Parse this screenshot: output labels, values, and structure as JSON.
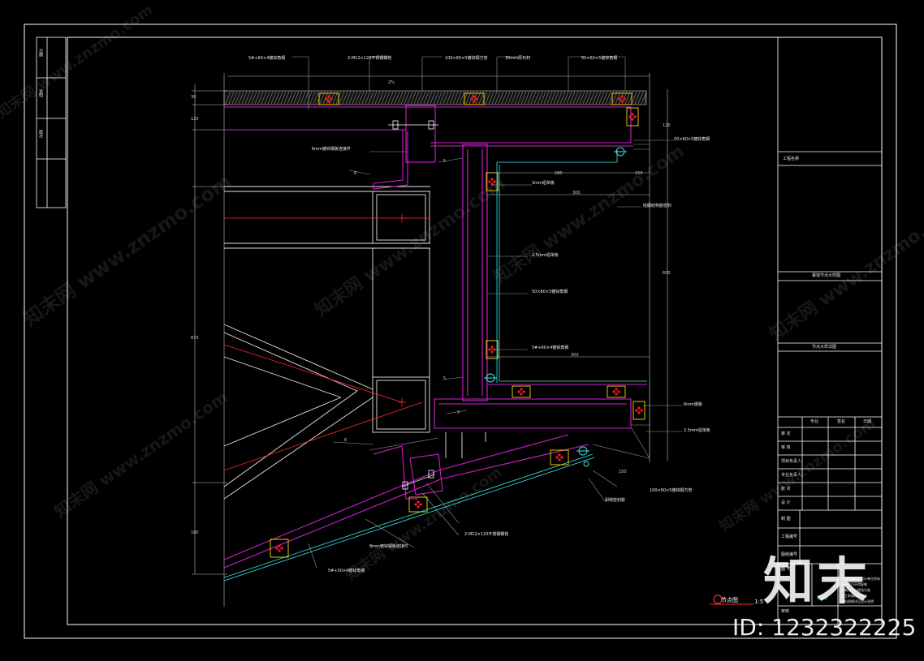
{
  "drawing": {
    "callouts": [
      {
        "id": "c1",
        "text": "5#+60×4镀锌角钢"
      },
      {
        "id": "c2",
        "text": "2-M12×120不锈钢螺栓"
      },
      {
        "id": "c3",
        "text": "100×60×5镀锌钢方管"
      },
      {
        "id": "c4",
        "text": "30mm厚石材"
      },
      {
        "id": "c5",
        "text": "50×60×5镀锌角钢"
      },
      {
        "id": "c6",
        "text": "6mm镀锌钢板连接件"
      },
      {
        "id": "c7",
        "text": "3mm铝单板"
      },
      {
        "id": "c8",
        "text": "2.5mm铝单板"
      },
      {
        "id": "c9",
        "text": "50×60×5镀锌角钢"
      },
      {
        "id": "c10",
        "text": "5#+60×4镀锌角钢"
      },
      {
        "id": "c11",
        "text": "硅酮结构胶密封"
      },
      {
        "id": "c12",
        "text": "6mm钢板"
      },
      {
        "id": "c13",
        "text": "2.5mm铝单板"
      },
      {
        "id": "c14",
        "text": "50×60×5镀锌角钢"
      },
      {
        "id": "c15",
        "text": "耐候密封胶"
      },
      {
        "id": "c16",
        "text": "100×60×5镀锌钢方管"
      },
      {
        "id": "c17",
        "text": "2-M12×120不锈钢螺栓"
      },
      {
        "id": "c18",
        "text": "8mm镀锌钢板连接件"
      },
      {
        "id": "c19",
        "text": "5#+50×4镀锌角钢"
      }
    ],
    "dims": [
      {
        "id": "d1",
        "text": "30"
      },
      {
        "id": "d2",
        "text": "120"
      },
      {
        "id": "d3",
        "text": "870"
      },
      {
        "id": "d4",
        "text": "180"
      },
      {
        "id": "d5",
        "text": "2%"
      },
      {
        "id": "d6",
        "text": "280"
      },
      {
        "id": "d7",
        "text": "300"
      },
      {
        "id": "d8",
        "text": "600"
      },
      {
        "id": "d9",
        "text": "300"
      },
      {
        "id": "d10",
        "text": "150"
      },
      {
        "id": "d11",
        "text": "150"
      },
      {
        "id": "d12",
        "text": "5"
      },
      {
        "id": "d13",
        "text": "5"
      },
      {
        "id": "d14",
        "text": "5"
      },
      {
        "id": "d15",
        "text": "6"
      },
      {
        "id": "d16",
        "text": "6"
      },
      {
        "id": "d17",
        "text": "120"
      }
    ],
    "sheet_title": "节点图",
    "sheet_scale": "1:5"
  },
  "titleblock": {
    "revision_headers": [
      "日期",
      "说明",
      "版次"
    ],
    "project_label": "工程名称",
    "drawing_name": "幕墙节点大样图",
    "drawing_type": "节点大样详图",
    "col_headers": [
      "专业",
      "签名",
      "日期"
    ],
    "rows": [
      "审 定",
      "审 核",
      "项目负责人",
      "专业负责人",
      "校 对",
      "设 计",
      "制 图",
      "工程编号",
      "图纸编号",
      "图 号"
    ],
    "notes": [
      "本图纸版权归设计单位所有",
      "未经许可不得复制",
      "所有尺寸以现场为准",
      "施工前请核对尺寸",
      "材料规格详见设计说明"
    ],
    "approval": "审核",
    "sheet_no": "幕-01"
  },
  "watermark": {
    "site_text": "知末网 www.znzmo.com",
    "logo": "知末",
    "id_text": "ID: 1232322225"
  },
  "colors": {
    "background": "#000000",
    "frame": "#ffffff",
    "stone_hatch": "#9a9a9a",
    "steel_magenta": "#d21fd2",
    "aluminum_cyan": "#39e6e6",
    "axis_red": "#ff2a2a",
    "dimension": "#bfbfbf",
    "anchor_yellow": "#ffd400",
    "anchor_red": "#ff1a1a"
  }
}
